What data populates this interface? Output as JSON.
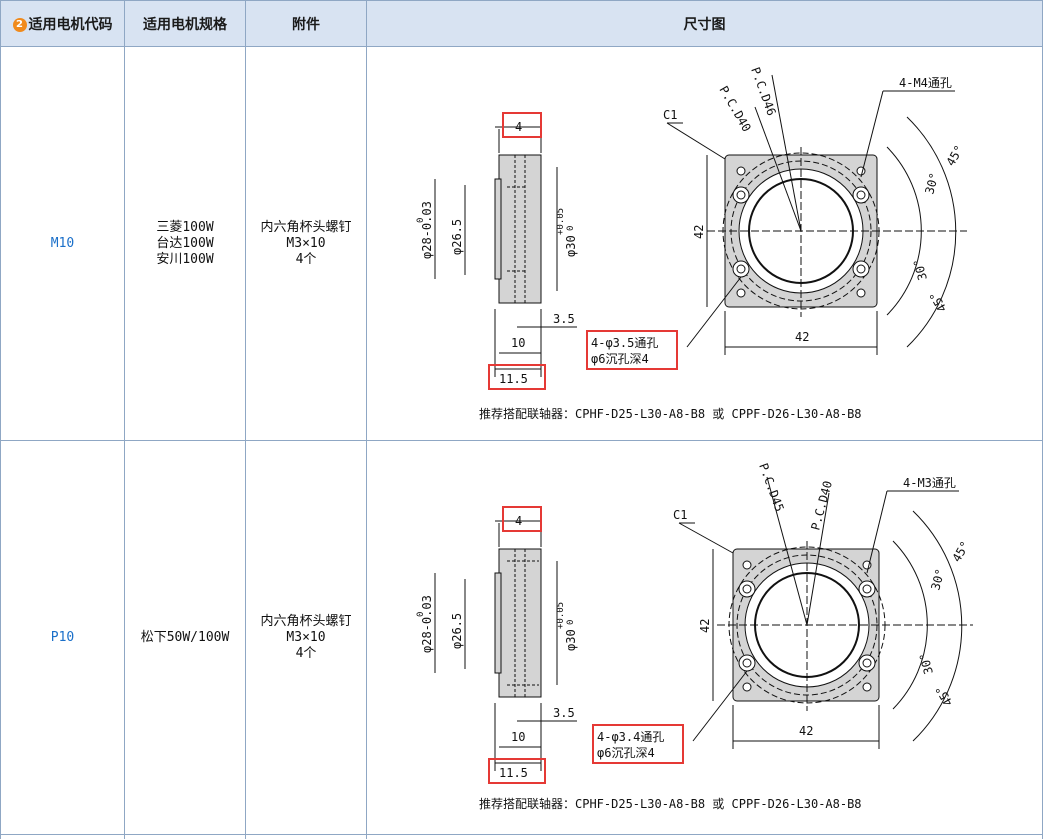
{
  "header": {
    "badge": "2",
    "col_code": "适用电机代码",
    "col_spec": "适用电机规格",
    "col_accessory": "附件",
    "col_drawing": "尺寸图"
  },
  "rows": [
    {
      "code": "M10",
      "spec": "三菱100W\n台达100W\n安川100W",
      "accessory": "内六角杯头螺钉\nM3×10\n4个",
      "drawing": {
        "dim_thickness": "4",
        "dim_len": "11.5",
        "dim_10": "10",
        "dim_3_5": "3.5",
        "dim_d28": "φ28-0.03",
        "dim_d28_top": "0",
        "dim_d26": "φ26.5",
        "dim_d30": "φ30",
        "dim_d30_top": "+0.05",
        "dim_d30_bot": "0",
        "chamfer": "C1",
        "pcd_a": "P.C.D40",
        "pcd_b": "P.C.D46",
        "tap": "4-M4通孔",
        "hole1": "4-φ3.5通孔",
        "hole2": "φ6沉孔深4",
        "width": "42",
        "height": "42",
        "ang45a": "45°",
        "ang30a": "30°",
        "ang30b": "30°",
        "ang45b": "45°"
      },
      "coupler": "推荐搭配联轴器：CPHF-D25-L30-A8-B8 或 CPPF-D26-L30-A8-B8"
    },
    {
      "code": "P10",
      "spec": "松下50W/100W",
      "accessory": "内六角杯头螺钉\nM3×10\n4个",
      "drawing": {
        "dim_thickness": "4",
        "dim_len": "11.5",
        "dim_10": "10",
        "dim_3_5": "3.5",
        "dim_d28": "φ28-0.03",
        "dim_d28_top": "0",
        "dim_d26": "φ26.5",
        "dim_d30": "φ30",
        "dim_d30_top": "+0.05",
        "dim_d30_bot": "0",
        "chamfer": "C1",
        "pcd_a": "P.C.D45",
        "pcd_b": "P.C.D40",
        "tap": "4-M3通孔",
        "hole1": "4-φ3.4通孔",
        "hole2": "φ6沉孔深4",
        "width": "42",
        "height": "42",
        "ang45a": "45°",
        "ang30a": "30°",
        "ang30b": "30°",
        "ang45b": "45°"
      },
      "coupler": "推荐搭配联轴器：CPHF-D25-L30-A8-B8 或 CPPF-D26-L30-A8-B8"
    }
  ],
  "colors": {
    "header_bg": "#d8e3f2",
    "border": "#8fa7c4",
    "code_text": "#1a6fc9",
    "highlight": "#e53935",
    "badge": "#f08a1c"
  }
}
